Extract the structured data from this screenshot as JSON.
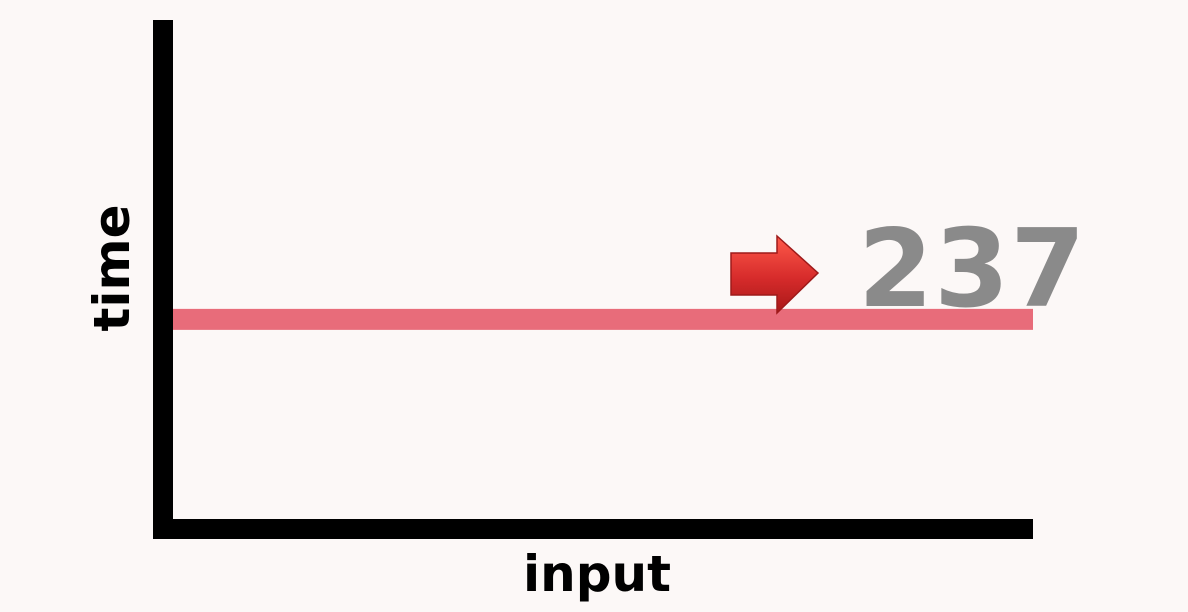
{
  "chart_data": {
    "type": "line",
    "xlabel": "input",
    "ylabel": "time",
    "x": [
      0,
      1
    ],
    "series": [
      {
        "values": [
          1,
          1
        ]
      }
    ],
    "ylim": [
      0,
      2.5
    ],
    "xlim": [
      0,
      1
    ],
    "grid": false,
    "legend": "none",
    "annotation": {
      "text": "237",
      "icon": "right-arrow-icon"
    }
  },
  "colors": {
    "background": "#fcf8f7",
    "axis": "#000000",
    "series_line": "#e86c7a",
    "arrow": "#d62b2b",
    "annotation_text": "#8a8a8a"
  }
}
